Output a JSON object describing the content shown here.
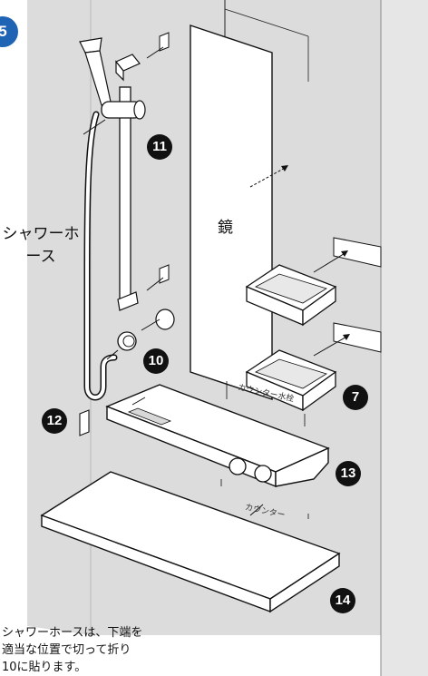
{
  "step_number": "5",
  "labels": {
    "shower_hose": "シャワーホース",
    "mirror": "鏡",
    "counter_water_stopper": "カウンター水栓",
    "counter": "カウンター"
  },
  "callouts": [
    "7",
    "10",
    "11",
    "12",
    "13",
    "14"
  ],
  "note": {
    "line1": "シャワーホースは、下端を",
    "line2": "適当な位置で切って折り",
    "line3": "10に貼ります。"
  },
  "colors": {
    "wall": "#dcdcdc",
    "wall_right": "#e4e4e4",
    "line": "#111111",
    "badge": "#1f63b5",
    "panel": "#ffffff"
  }
}
